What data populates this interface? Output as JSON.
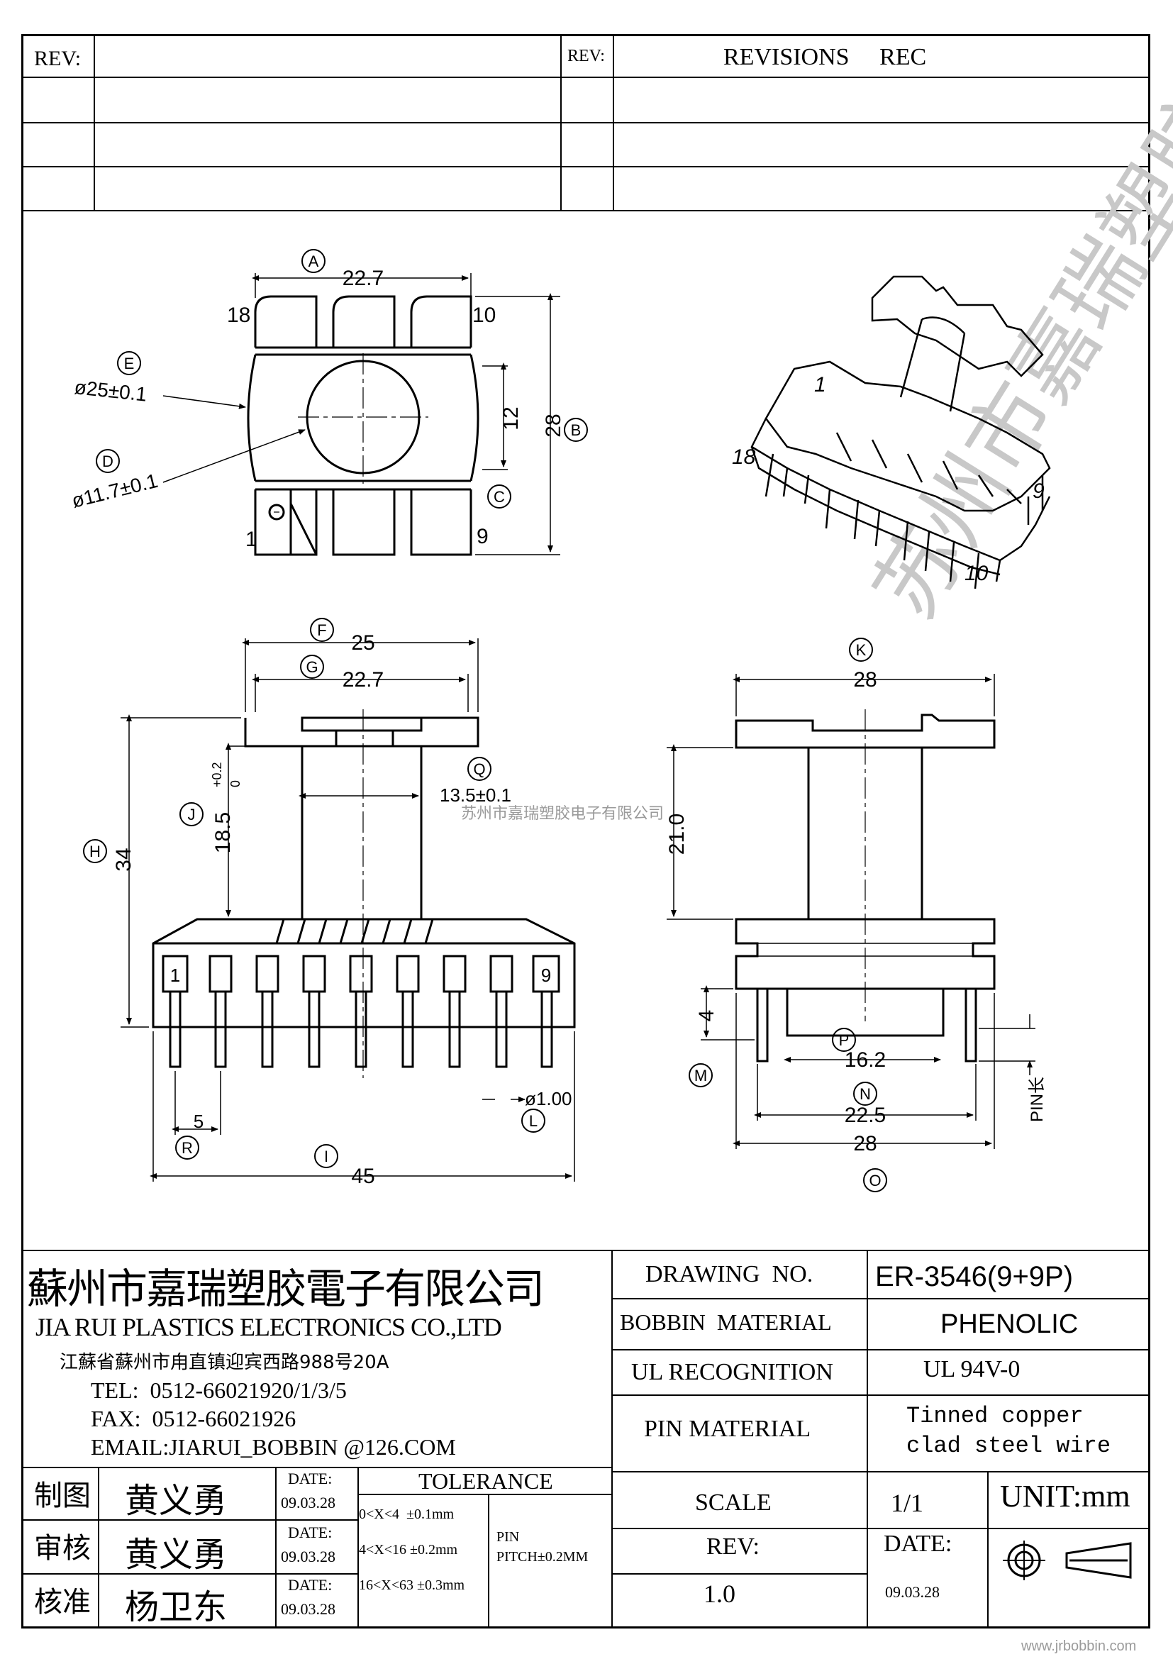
{
  "revisions": {
    "rev_label_left": "REV:",
    "rev_label_right": "REV:",
    "header": "REVISIONS     REC"
  },
  "drawing": {
    "top_view": {
      "dimA": "22.7",
      "markA": "A",
      "pin18": "18",
      "pin10": "10",
      "pin1": "1",
      "pin9": "9",
      "markE": "E",
      "dimE": "ø25±0.1",
      "markD": "D",
      "dimD": "ø11.7±0.1",
      "dim12": "12",
      "markC": "C",
      "dim28": "28",
      "markB": "B"
    },
    "iso_view": {
      "pin1": "1",
      "pin18": "18",
      "pin9": "9",
      "pin10": "10"
    },
    "front_view": {
      "markF": "F",
      "dimF": "25",
      "markG": "G",
      "dimG": "22.7",
      "markQ": "Q",
      "dimQ": "13.5±0.1",
      "markJ": "J",
      "dimJ": "18.5",
      "tolJ_plus": "+0.2",
      "tolJ_minus": "0",
      "markH": "H",
      "dimH": "34",
      "pin_first": "1",
      "pin_last": "9",
      "dim5": "5",
      "markR": "R",
      "dimPin": "ø1.00",
      "markL": "L",
      "markI": "I",
      "dimI": "45"
    },
    "side_view": {
      "markK": "K",
      "dimK": "28",
      "dim21": "21.0",
      "dim4": "4",
      "markM": "M",
      "markP": "P",
      "dimP": "16.2",
      "markN": "N",
      "dimN": "22.5",
      "dim28b": "28",
      "markO": "O",
      "pin_len": "PIN长"
    },
    "watermark_small": "苏州市嘉瑞塑胶电子有限公司",
    "watermark_big": "苏州市嘉瑞塑胶电子有限公司"
  },
  "company": {
    "name_cn": "蘇州市嘉瑞塑胶電子有限公司",
    "name_en": "JIA RUI PLASTICS ELECTRONICS CO.,LTD",
    "address": "江蘇省蘇州市甪直镇迎宾西路988号20A",
    "tel": "TEL:  0512-66021920/1/3/5",
    "fax": "FAX:  0512-66021926",
    "email": "EMAIL:JIARUI_BOBBIN @126.COM"
  },
  "title_block": {
    "drawing_no_label": "DRAWING  NO.",
    "drawing_no": "ER-3546(9+9P)",
    "bobbin_material_label": "BOBBIN  MATERIAL",
    "bobbin_material": "PHENOLIC",
    "ul_label": "UL RECOGNITION",
    "ul_value": "UL 94V-0",
    "pin_material_label": "PIN MATERIAL",
    "pin_material_1": "Tinned copper",
    "pin_material_2": "clad steel wire",
    "scale_label": "SCALE",
    "scale_value": "1/1",
    "rev_label": "REV:",
    "rev_value": "1.0",
    "unit": "UNIT:mm",
    "date_label": "DATE:",
    "date_value": "09.03.28"
  },
  "approvals": {
    "rows": [
      {
        "role": "制图",
        "name": "黄义勇",
        "date_label": "DATE:",
        "date": "09.03.28"
      },
      {
        "role": "审核",
        "name": "黄义勇",
        "date_label": "DATE:",
        "date": "09.03.28"
      },
      {
        "role": "核准",
        "name": "杨卫东",
        "date_label": "DATE:",
        "date": "09.03.28"
      }
    ],
    "tolerance_header": "TOLERANCE",
    "tolerances": [
      "0<X<4  ±0.1mm",
      "4<X<16 ±0.2mm",
      "16<X<63 ±0.3mm"
    ],
    "pin_label": "PIN",
    "pin_pitch": "PITCH±0.2MM"
  },
  "footer_url": "www.jrbobbin.com"
}
